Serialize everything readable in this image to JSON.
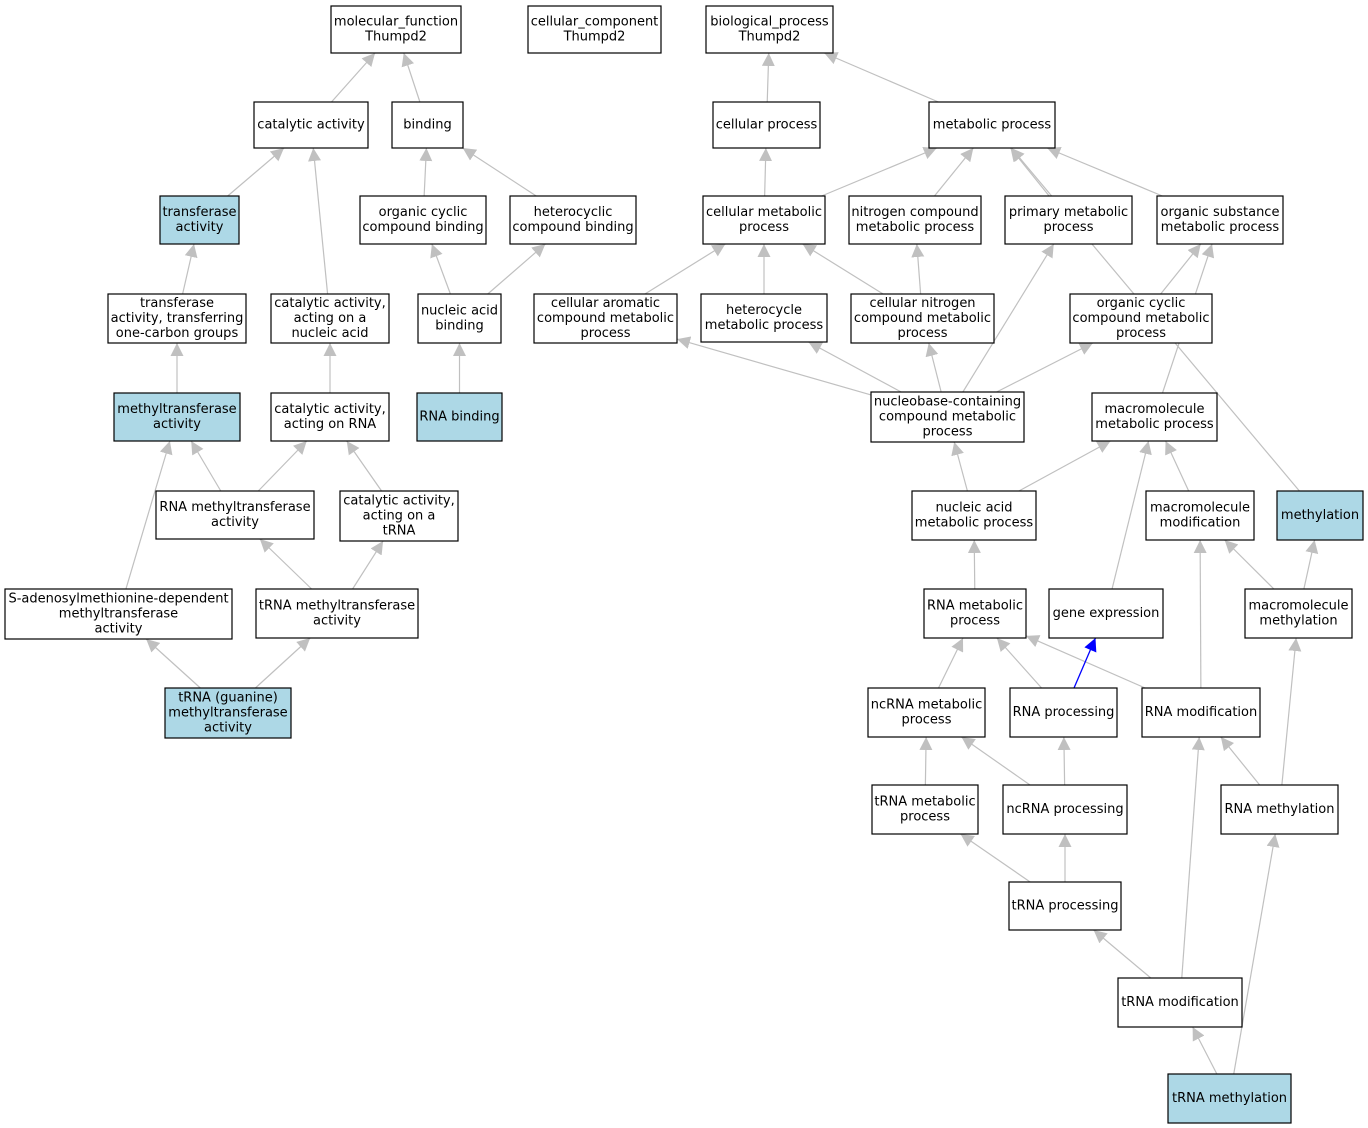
{
  "colors": {
    "highlight_fill": "#add8e6",
    "normal_fill": "#ffffff",
    "border": "#000000",
    "edge": "#c0c0c0",
    "regulates_edge": "#0000ff"
  },
  "nodes": [
    {
      "id": "mf_root",
      "lines": [
        "molecular_function",
        "Thumpd2"
      ],
      "highlight": false
    },
    {
      "id": "cc_root",
      "lines": [
        "cellular_component",
        "Thumpd2"
      ],
      "highlight": false
    },
    {
      "id": "bp_root",
      "lines": [
        "biological_process",
        "Thumpd2"
      ],
      "highlight": false
    },
    {
      "id": "catalytic",
      "lines": [
        "catalytic activity"
      ],
      "highlight": false
    },
    {
      "id": "binding",
      "lines": [
        "binding"
      ],
      "highlight": false
    },
    {
      "id": "cell_proc",
      "lines": [
        "cellular process"
      ],
      "highlight": false
    },
    {
      "id": "metab",
      "lines": [
        "metabolic process"
      ],
      "highlight": false
    },
    {
      "id": "transferase",
      "lines": [
        "transferase",
        "activity"
      ],
      "highlight": true
    },
    {
      "id": "org_cyc_bind",
      "lines": [
        "organic cyclic",
        "compound binding"
      ],
      "highlight": false
    },
    {
      "id": "het_bind",
      "lines": [
        "heterocyclic",
        "compound binding"
      ],
      "highlight": false
    },
    {
      "id": "cell_metab",
      "lines": [
        "cellular metabolic",
        "process"
      ],
      "highlight": false
    },
    {
      "id": "nitro",
      "lines": [
        "nitrogen compound",
        "metabolic process"
      ],
      "highlight": false
    },
    {
      "id": "primary",
      "lines": [
        "primary metabolic",
        "process"
      ],
      "highlight": false
    },
    {
      "id": "org_sub",
      "lines": [
        "organic substance",
        "metabolic process"
      ],
      "highlight": false
    },
    {
      "id": "trans_one",
      "lines": [
        "transferase",
        "activity, transferring",
        "one-carbon groups"
      ],
      "highlight": false
    },
    {
      "id": "cat_nuc",
      "lines": [
        "catalytic activity,",
        "acting on a",
        "nucleic acid"
      ],
      "highlight": false
    },
    {
      "id": "nuc_bind",
      "lines": [
        "nucleic acid",
        "binding"
      ],
      "highlight": false
    },
    {
      "id": "cell_arom",
      "lines": [
        "cellular aromatic",
        "compound metabolic",
        "process"
      ],
      "highlight": false
    },
    {
      "id": "hetero_met",
      "lines": [
        "heterocycle",
        "metabolic process"
      ],
      "highlight": false
    },
    {
      "id": "cell_nitro",
      "lines": [
        "cellular nitrogen",
        "compound metabolic",
        "process"
      ],
      "highlight": false
    },
    {
      "id": "org_cyc_met",
      "lines": [
        "organic cyclic",
        "compound metabolic",
        "process"
      ],
      "highlight": false
    },
    {
      "id": "methyltrans",
      "lines": [
        "methyltransferase",
        "activity"
      ],
      "highlight": true
    },
    {
      "id": "cat_rna",
      "lines": [
        "catalytic activity,",
        "acting on RNA"
      ],
      "highlight": false
    },
    {
      "id": "rna_bind",
      "lines": [
        "RNA binding"
      ],
      "highlight": true
    },
    {
      "id": "nucleobase",
      "lines": [
        "nucleobase-containing",
        "compound metabolic",
        "process"
      ],
      "highlight": false
    },
    {
      "id": "macro_met",
      "lines": [
        "macromolecule",
        "metabolic process"
      ],
      "highlight": false
    },
    {
      "id": "rna_mt",
      "lines": [
        "RNA methyltransferase",
        "activity"
      ],
      "highlight": false
    },
    {
      "id": "cat_trna",
      "lines": [
        "catalytic activity,",
        "acting on a",
        "tRNA"
      ],
      "highlight": false
    },
    {
      "id": "nuc_met",
      "lines": [
        "nucleic acid",
        "metabolic process"
      ],
      "highlight": false
    },
    {
      "id": "macro_mod",
      "lines": [
        "macromolecule",
        "modification"
      ],
      "highlight": false
    },
    {
      "id": "methylation",
      "lines": [
        "methylation"
      ],
      "highlight": true
    },
    {
      "id": "sam_mt",
      "lines": [
        "S-adenosylmethionine-dependent",
        "methyltransferase",
        "activity"
      ],
      "highlight": false
    },
    {
      "id": "trna_mt",
      "lines": [
        "tRNA methyltransferase",
        "activity"
      ],
      "highlight": false
    },
    {
      "id": "rna_met",
      "lines": [
        "RNA metabolic",
        "process"
      ],
      "highlight": false
    },
    {
      "id": "gene_exp",
      "lines": [
        "gene expression"
      ],
      "highlight": false
    },
    {
      "id": "macro_methyl",
      "lines": [
        "macromolecule",
        "methylation"
      ],
      "highlight": false
    },
    {
      "id": "trna_gua",
      "lines": [
        "tRNA (guanine)",
        "methyltransferase",
        "activity"
      ],
      "highlight": true
    },
    {
      "id": "ncrna_met",
      "lines": [
        "ncRNA metabolic",
        "process"
      ],
      "highlight": false
    },
    {
      "id": "rna_proc",
      "lines": [
        "RNA processing"
      ],
      "highlight": false
    },
    {
      "id": "rna_mod",
      "lines": [
        "RNA modification"
      ],
      "highlight": false
    },
    {
      "id": "trna_met",
      "lines": [
        "tRNA metabolic",
        "process"
      ],
      "highlight": false
    },
    {
      "id": "ncrna_proc",
      "lines": [
        "ncRNA processing"
      ],
      "highlight": false
    },
    {
      "id": "rna_methyl",
      "lines": [
        "RNA methylation"
      ],
      "highlight": false
    },
    {
      "id": "trna_proc",
      "lines": [
        "tRNA processing"
      ],
      "highlight": false
    },
    {
      "id": "trna_mod",
      "lines": [
        "tRNA modification"
      ],
      "highlight": false
    },
    {
      "id": "trna_methyl",
      "lines": [
        "tRNA methylation"
      ],
      "highlight": true
    }
  ],
  "edges": [
    {
      "from": "catalytic",
      "to": "mf_root"
    },
    {
      "from": "binding",
      "to": "mf_root"
    },
    {
      "from": "cell_proc",
      "to": "bp_root"
    },
    {
      "from": "metab",
      "to": "bp_root"
    },
    {
      "from": "transferase",
      "to": "catalytic"
    },
    {
      "from": "cat_nuc",
      "to": "catalytic"
    },
    {
      "from": "org_cyc_bind",
      "to": "binding"
    },
    {
      "from": "het_bind",
      "to": "binding"
    },
    {
      "from": "cell_metab",
      "to": "cell_proc"
    },
    {
      "from": "cell_metab",
      "to": "metab"
    },
    {
      "from": "nitro",
      "to": "metab"
    },
    {
      "from": "primary",
      "to": "metab"
    },
    {
      "from": "org_sub",
      "to": "metab"
    },
    {
      "from": "methylation",
      "to": "metab"
    },
    {
      "from": "trans_one",
      "to": "transferase"
    },
    {
      "from": "nuc_bind",
      "to": "org_cyc_bind"
    },
    {
      "from": "nuc_bind",
      "to": "het_bind"
    },
    {
      "from": "cell_arom",
      "to": "cell_metab"
    },
    {
      "from": "hetero_met",
      "to": "cell_metab"
    },
    {
      "from": "cell_nitro",
      "to": "cell_metab"
    },
    {
      "from": "cell_nitro",
      "to": "nitro"
    },
    {
      "from": "nucleobase",
      "to": "primary"
    },
    {
      "from": "org_cyc_met",
      "to": "org_sub"
    },
    {
      "from": "macro_met",
      "to": "org_sub"
    },
    {
      "from": "methyltrans",
      "to": "trans_one"
    },
    {
      "from": "cat_rna",
      "to": "cat_nuc"
    },
    {
      "from": "rna_bind",
      "to": "nuc_bind"
    },
    {
      "from": "nucleobase",
      "to": "cell_arom"
    },
    {
      "from": "nucleobase",
      "to": "hetero_met"
    },
    {
      "from": "nucleobase",
      "to": "cell_nitro"
    },
    {
      "from": "nucleobase",
      "to": "org_cyc_met"
    },
    {
      "from": "rna_mt",
      "to": "methyltrans"
    },
    {
      "from": "sam_mt",
      "to": "methyltrans"
    },
    {
      "from": "rna_mt",
      "to": "cat_rna"
    },
    {
      "from": "cat_trna",
      "to": "cat_rna"
    },
    {
      "from": "nuc_met",
      "to": "nucleobase"
    },
    {
      "from": "nuc_met",
      "to": "macro_met"
    },
    {
      "from": "gene_exp",
      "to": "macro_met"
    },
    {
      "from": "macro_mod",
      "to": "macro_met"
    },
    {
      "from": "trna_mt",
      "to": "rna_mt"
    },
    {
      "from": "trna_mt",
      "to": "cat_trna"
    },
    {
      "from": "rna_met",
      "to": "nuc_met"
    },
    {
      "from": "rna_mod",
      "to": "macro_mod"
    },
    {
      "from": "macro_methyl",
      "to": "macro_mod"
    },
    {
      "from": "macro_methyl",
      "to": "methylation"
    },
    {
      "from": "trna_gua",
      "to": "sam_mt"
    },
    {
      "from": "trna_gua",
      "to": "trna_mt"
    },
    {
      "from": "ncrna_met",
      "to": "rna_met"
    },
    {
      "from": "rna_proc",
      "to": "rna_met"
    },
    {
      "from": "rna_mod",
      "to": "rna_met"
    },
    {
      "from": "rna_proc",
      "to": "gene_exp",
      "regulates": true
    },
    {
      "from": "rna_methyl",
      "to": "macro_methyl"
    },
    {
      "from": "trna_met",
      "to": "ncrna_met"
    },
    {
      "from": "ncrna_proc",
      "to": "ncrna_met"
    },
    {
      "from": "ncrna_proc",
      "to": "rna_proc"
    },
    {
      "from": "rna_methyl",
      "to": "rna_mod"
    },
    {
      "from": "trna_proc",
      "to": "trna_met"
    },
    {
      "from": "trna_proc",
      "to": "ncrna_proc"
    },
    {
      "from": "trna_mod",
      "to": "trna_proc"
    },
    {
      "from": "trna_mod",
      "to": "rna_mod"
    },
    {
      "from": "trna_methyl",
      "to": "trna_mod"
    },
    {
      "from": "trna_methyl",
      "to": "rna_methyl"
    }
  ]
}
